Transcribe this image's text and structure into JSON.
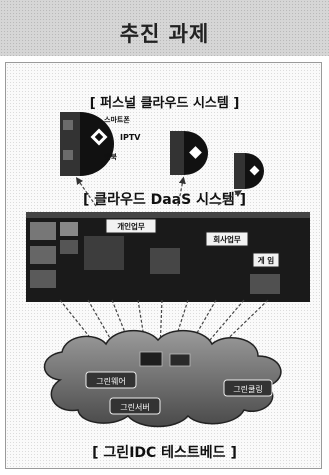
{
  "title": "추진 과제",
  "sections": {
    "personal_cloud": "[ 퍼스널 클라우드 시스템 ]",
    "cloud_daas": "[ 클라우드 DaaS 시스템 ]",
    "green_idc": "[ 그린IDC 테스트베드 ]"
  },
  "devices": {
    "smartphone": "스마트폰",
    "iptv": "IPTV",
    "netbook": "넷북"
  },
  "desktop_windows": {
    "personal_work": "개인업무",
    "company_work": "회사업무",
    "game": "게 임"
  },
  "cloud_parts": {
    "green_hardware": "그린웨어",
    "green_server": "그린서버",
    "green_cooling": "그린쿨링"
  }
}
